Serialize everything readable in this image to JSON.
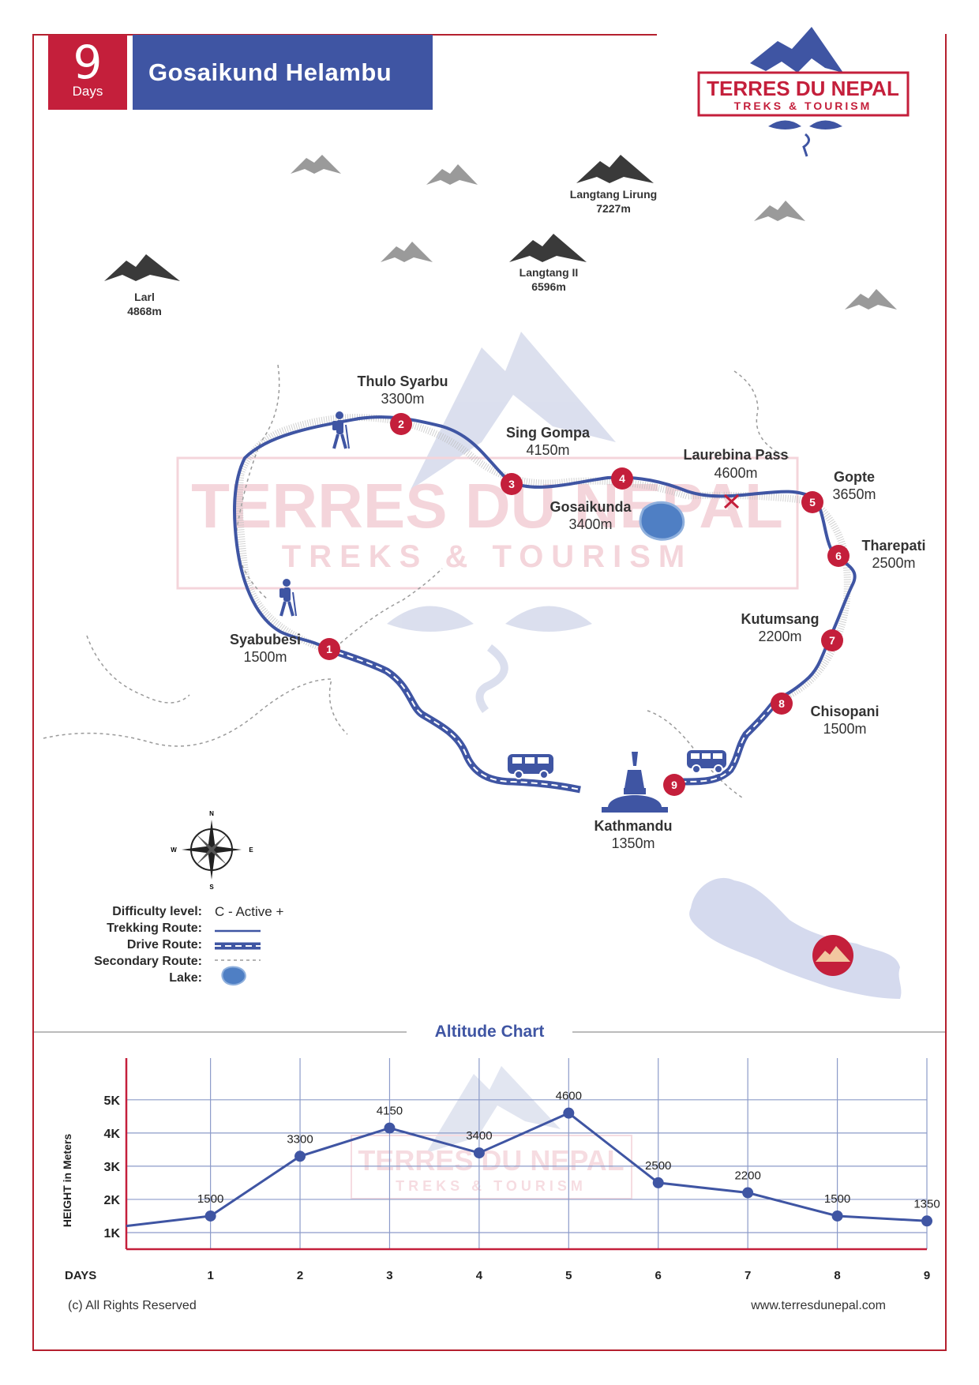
{
  "header": {
    "days_number": "9",
    "days_label": "Days",
    "title": "Gosaikund Helambu"
  },
  "brand": {
    "name": "TERRES DU NEPAL",
    "tagline": "TREKS & TOURISM",
    "watermark_name": "TERRES DU NEPAL",
    "watermark_tagline": "TREKS & TOURISM"
  },
  "colors": {
    "route_blue": "#3f55a3",
    "stop_red": "#c41f3b",
    "frame_red": "#b5202e",
    "lake_blue": "#4f7fc4",
    "nepal_fill": "#d5daee",
    "peak_gray": "#9a9a9a",
    "peak_dark": "#3a3a3a"
  },
  "peaks": [
    {
      "name": "Larl",
      "alt": "4868m"
    },
    {
      "name": "Langtang Lirung",
      "alt": "7227m"
    },
    {
      "name": "Langtang II",
      "alt": "6596m"
    }
  ],
  "stops": [
    {
      "num": "1",
      "name": "Syabubesi",
      "alt": "1500m"
    },
    {
      "num": "2",
      "name": "Thulo Syarbu",
      "alt": "3300m"
    },
    {
      "num": "3",
      "name": "Sing Gompa",
      "alt": "4150m"
    },
    {
      "num": "4",
      "name": "Gosaikunda",
      "alt": "3400m"
    },
    {
      "num": "5",
      "name": "Gopte",
      "alt": "3650m"
    },
    {
      "num": "6",
      "name": "Tharepati",
      "alt": "2500m"
    },
    {
      "num": "7",
      "name": "Kutumsang",
      "alt": "2200m"
    },
    {
      "num": "8",
      "name": "Chisopani",
      "alt": "1500m"
    },
    {
      "num": "9",
      "name": "Kathmandu",
      "alt": "1350m"
    }
  ],
  "pass": {
    "name": "Laurebina Pass",
    "alt": "4600m"
  },
  "compass": {
    "n": "N",
    "s": "S",
    "e": "E",
    "w": "W"
  },
  "legend": {
    "difficulty_label": "Difficulty level:",
    "difficulty_value": "C - Active +",
    "trekking_label": "Trekking Route:",
    "drive_label": "Drive Route:",
    "secondary_label": "Secondary Route:",
    "lake_label": "Lake:"
  },
  "chart_data": {
    "type": "line",
    "title": "Altitude Chart",
    "xlabel": "DAYS",
    "ylabel": "HEIGHT in Meters",
    "x": [
      1,
      2,
      3,
      4,
      5,
      6,
      7,
      8,
      9
    ],
    "values": [
      1500,
      3300,
      4150,
      3400,
      4600,
      2500,
      2200,
      1500,
      1350
    ],
    "data_labels": [
      "1500",
      "3300",
      "4150",
      "3400",
      "4600",
      "2500",
      "2200",
      "1500",
      "1350"
    ],
    "y_ticks": [
      1000,
      2000,
      3000,
      4000,
      5000
    ],
    "y_tick_labels": [
      "1K",
      "2K",
      "3K",
      "4K",
      "5K"
    ],
    "x_tick_labels": [
      "1",
      "2",
      "3",
      "4",
      "5",
      "6",
      "7",
      "8",
      "9"
    ],
    "ylim": [
      500,
      5900
    ],
    "xlim": [
      0.06,
      9.0
    ],
    "start_value": 1200,
    "grid": true
  },
  "footer": {
    "copyright": "(c) All Rights Reserved",
    "website": "www.terresdunepal.com"
  }
}
